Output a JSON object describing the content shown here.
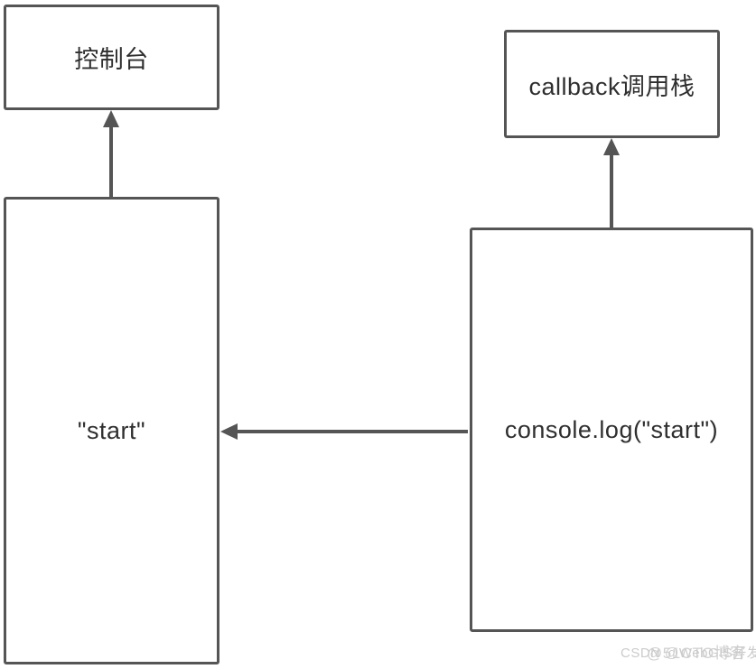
{
  "boxes": {
    "console": {
      "label": "控制台"
    },
    "callback_stack": {
      "label": "callback调用栈"
    },
    "output": {
      "label": "\"start\""
    },
    "code": {
      "label": "console.log(\"start\")"
    }
  },
  "arrows": [
    {
      "name": "output-to-console",
      "from": "output",
      "to": "console",
      "direction": "up"
    },
    {
      "name": "code-to-callback-stack",
      "from": "code",
      "to": "callback_stack",
      "direction": "up"
    },
    {
      "name": "code-to-output",
      "from": "code",
      "to": "output",
      "direction": "left"
    }
  ],
  "watermark": {
    "line1": "CSDN @WebGIS开发",
    "line2": "@51CTO博客"
  },
  "colors": {
    "border": "#555555",
    "arrow": "#555555",
    "text": "#2f2f2f",
    "background": "#ffffff",
    "watermark": "#cbcbcb"
  }
}
